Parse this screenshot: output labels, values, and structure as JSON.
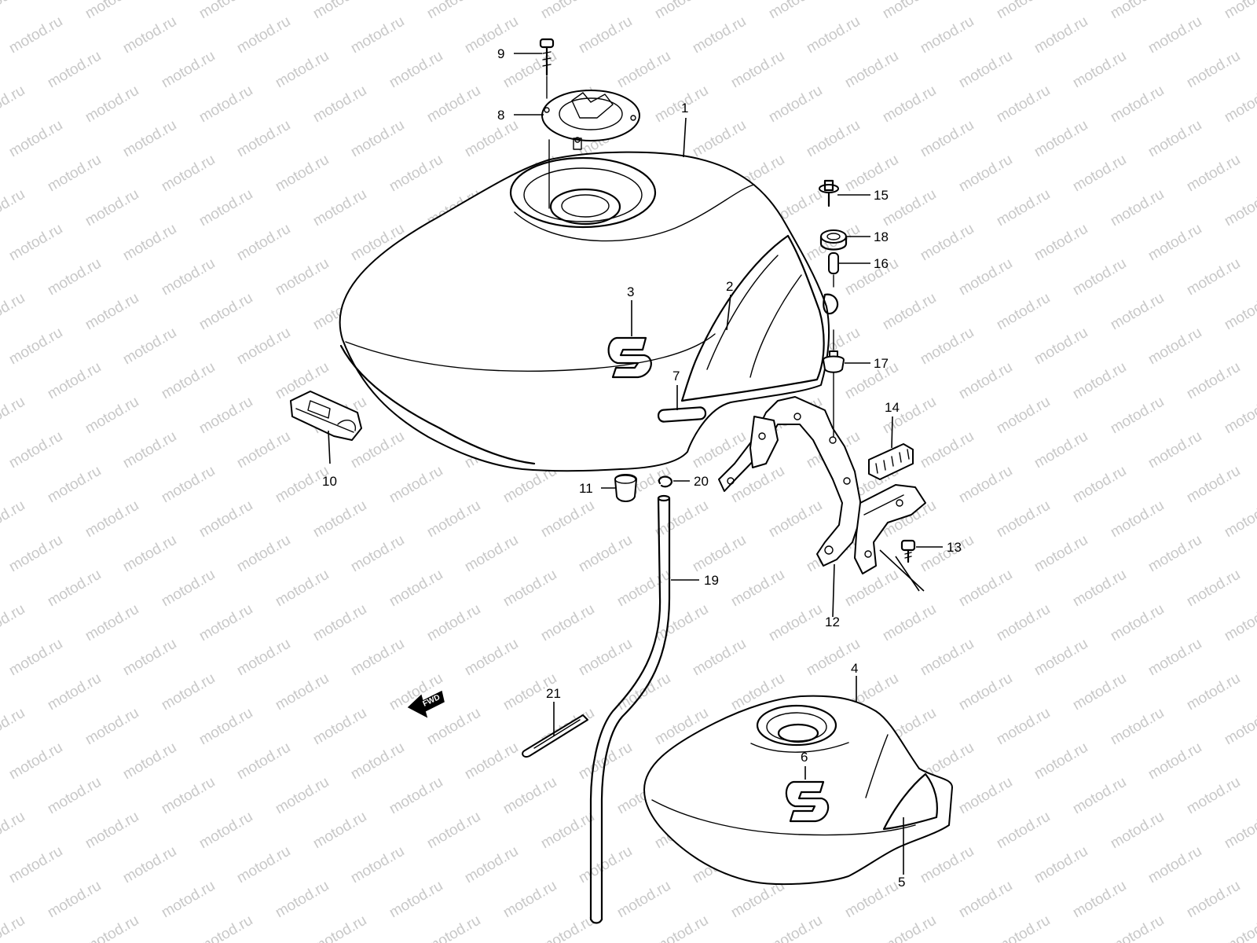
{
  "watermark": "motod.ru",
  "fwd_label": "FWD",
  "callouts": {
    "c1": "1",
    "c2": "2",
    "c3": "3",
    "c4": "4",
    "c5": "5",
    "c6": "6",
    "c7": "7",
    "c8": "8",
    "c9": "9",
    "c10": "10",
    "c11": "11",
    "c12": "12",
    "c13": "13",
    "c14": "14",
    "c15": "15",
    "c16": "16",
    "c17": "17",
    "c18": "18",
    "c19": "19",
    "c20": "20",
    "c21": "21"
  },
  "colors": {
    "line": "#000000",
    "background": "#ffffff",
    "watermark": "#c8c8c8"
  }
}
